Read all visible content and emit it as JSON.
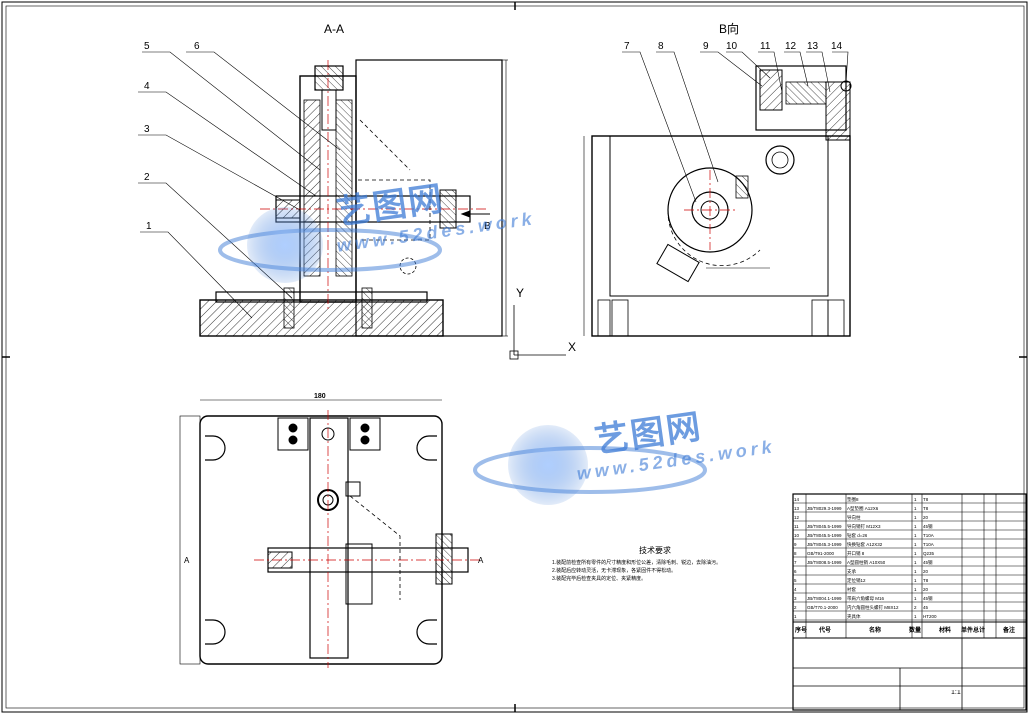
{
  "views": {
    "section_aa": "A-A",
    "view_b": "B向"
  },
  "leaders_left": [
    "1",
    "2",
    "3",
    "4",
    "5",
    "6"
  ],
  "leaders_right": [
    "7",
    "8",
    "9",
    "10",
    "11",
    "12",
    "13",
    "14"
  ],
  "axis": {
    "x": "X",
    "y": "Y"
  },
  "arrow_b": "B",
  "marks": {
    "a_left": "A",
    "a_right": "A"
  },
  "dims": {
    "top_width": "180"
  },
  "watermark": {
    "cn": "艺图网",
    "url": "www.52des.work"
  },
  "tech_req": {
    "title": "技术要求",
    "lines": [
      "1.装配前检查所有零件的尺寸精度和形位公差，清除毛刺、锐边，去除油污。",
      "2.装配后应转动灵活，无卡滞现象，各紧固件不得松动。",
      "3.装配完毕后检查夹具的定位、夹紧精度。"
    ]
  },
  "bom": {
    "rows": [
      {
        "no": "14",
        "code": "",
        "name": "垫圈8",
        "qty": "1",
        "mat": "T8"
      },
      {
        "no": "13",
        "code": "JB/T8029.3-1999",
        "name": "A型垫圈 A12X6",
        "qty": "1",
        "mat": "T8"
      },
      {
        "no": "12",
        "code": "",
        "name": "导向柱",
        "qty": "1",
        "mat": "20"
      },
      {
        "no": "11",
        "code": "JB/T8045.5-1999",
        "name": "导向销钉 M12X3",
        "qty": "1",
        "mat": "45钢"
      },
      {
        "no": "10",
        "code": "JB/T8045.5-1999",
        "name": "钻套 d=26",
        "qty": "1",
        "mat": "T10A"
      },
      {
        "no": "9",
        "code": "JB/T8045.3-1999",
        "name": "快换钻套 A12X32",
        "qty": "1",
        "mat": "T10A"
      },
      {
        "no": "8",
        "code": "GB/T91-2000",
        "name": "开口销 8",
        "qty": "1",
        "mat": "Q235"
      },
      {
        "no": "7",
        "code": "JB/T8008.5-1999",
        "name": "A型圆柱销 A10X50",
        "qty": "1",
        "mat": "45钢"
      },
      {
        "no": "6",
        "code": "",
        "name": "支承",
        "qty": "1",
        "mat": "20"
      },
      {
        "no": "5",
        "code": "",
        "name": "定位销12",
        "qty": "1",
        "mat": "T8"
      },
      {
        "no": "4",
        "code": "",
        "name": "衬套",
        "qty": "1",
        "mat": "20"
      },
      {
        "no": "3",
        "code": "JB/T8004.1-1999",
        "name": "带肩六角螺母 M16",
        "qty": "1",
        "mat": "45钢"
      },
      {
        "no": "2",
        "code": "GB/T70.1-2000",
        "name": "内六角圆柱头螺钉 M8X12",
        "qty": "2",
        "mat": "45"
      },
      {
        "no": "1",
        "code": "",
        "name": "夹具体",
        "qty": "1",
        "mat": "HT200"
      }
    ],
    "header": {
      "no": "序号",
      "code": "代号",
      "name": "名称",
      "qty": "数量",
      "mat": "材料",
      "weight": "单件总计",
      "note": "备注"
    },
    "scale": "1:1"
  }
}
